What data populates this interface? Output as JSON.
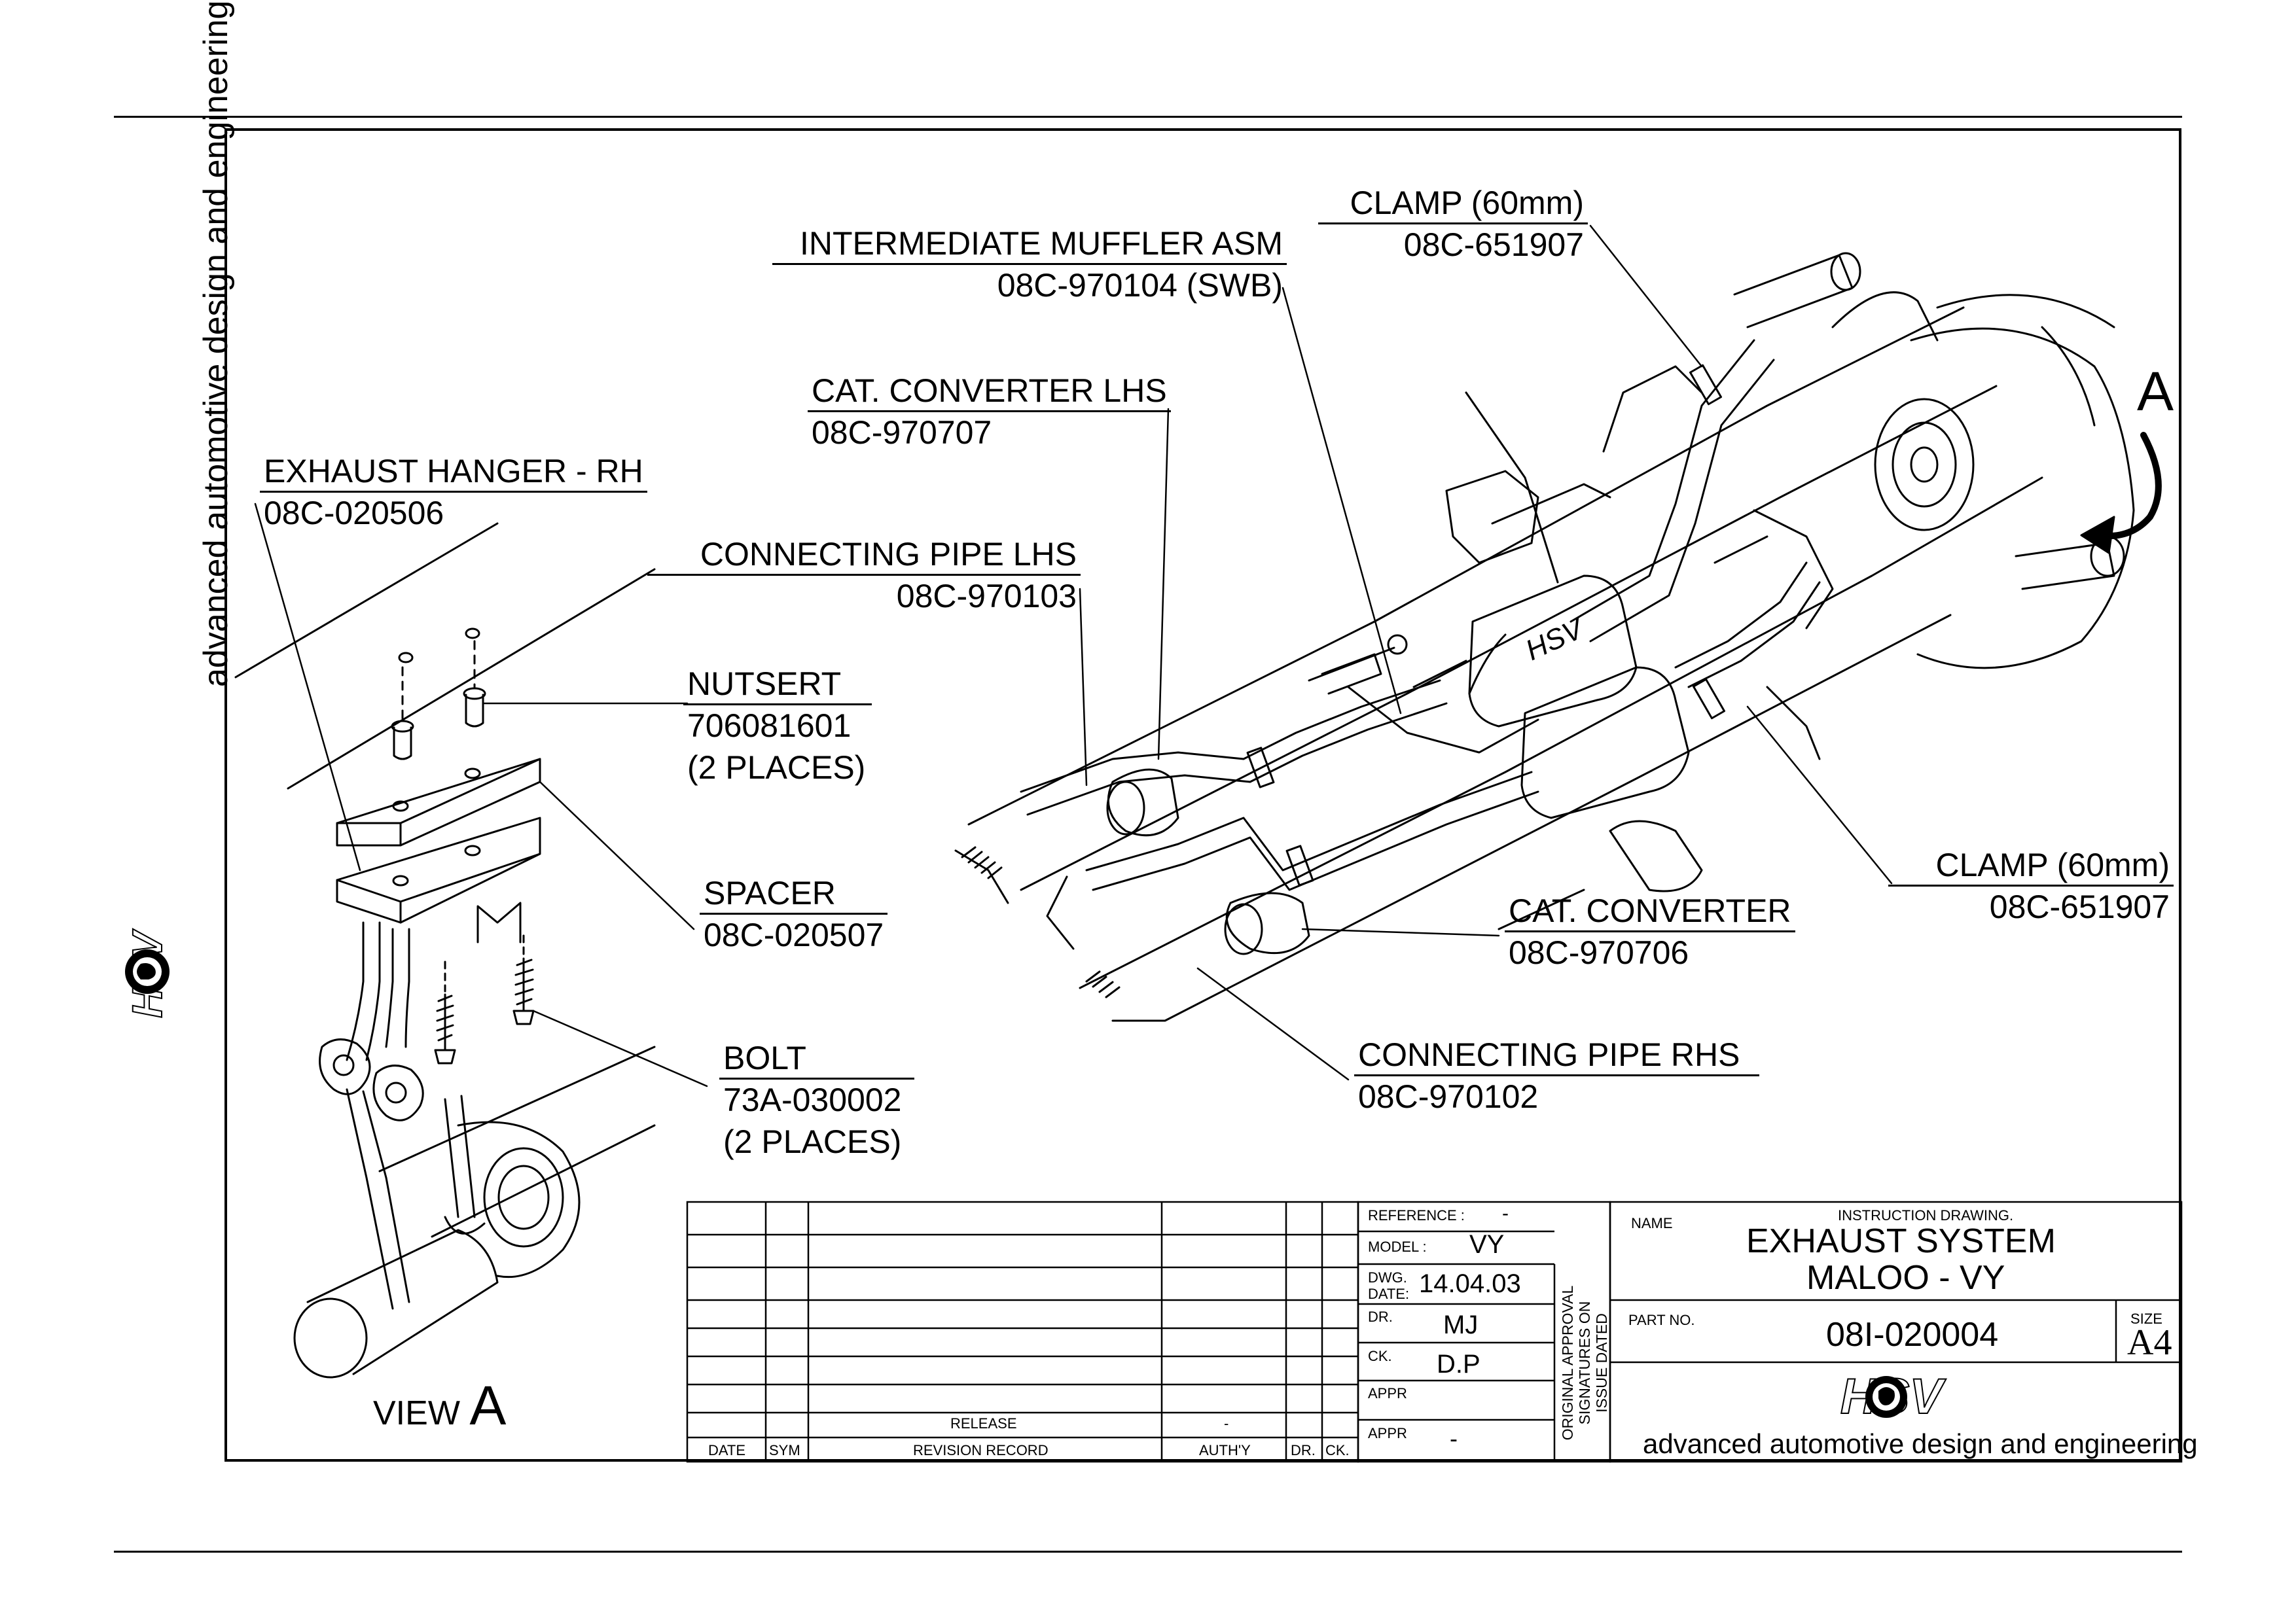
{
  "callouts": {
    "exhaust_hanger": {
      "name": "EXHAUST HANGER - RH",
      "part": "08C-020506"
    },
    "nutsert": {
      "name": "NUTSERT",
      "part": "706081601",
      "qty": "(2 PLACES)"
    },
    "spacer": {
      "name": "SPACER",
      "part": "08C-020507"
    },
    "bolt": {
      "name": "BOLT",
      "part": "73A-030002",
      "qty": "(2 PLACES)"
    },
    "intermediate_muffler": {
      "name": "INTERMEDIATE MUFFLER ASM",
      "part": "08C-970104 (SWB)"
    },
    "cat_converter_lhs": {
      "name": "CAT. CONVERTER LHS",
      "part": "08C-970707"
    },
    "connecting_pipe_lhs": {
      "name": "CONNECTING PIPE LHS",
      "part": "08C-970103"
    },
    "clamp_top": {
      "name": "CLAMP (60mm)",
      "part": "08C-651907"
    },
    "clamp_right": {
      "name": "CLAMP (60mm)",
      "part": "08C-651907"
    },
    "cat_converter": {
      "name": "CAT. CONVERTER",
      "part": "08C-970706"
    },
    "connecting_pipe_rhs": {
      "name": "CONNECTING PIPE RHS",
      "part": "08C-970102"
    }
  },
  "view": {
    "label": "VIEW",
    "letter": "A"
  },
  "detail_marker": "A",
  "muffler_badge": "HSV",
  "brand": {
    "tagline": "advanced automotive design and engineering",
    "logo_text": "HSV"
  },
  "revision_table": {
    "headers": {
      "date": "DATE",
      "sym": "SYM",
      "record": "REVISION RECORD",
      "auth": "AUTH'Y",
      "dr": "DR.",
      "ck": "CK."
    },
    "release_row": {
      "record": "RELEASE",
      "auth": "-"
    }
  },
  "approval": {
    "reference_label": "REFERENCE :",
    "reference_value": "-",
    "model_label": "MODEL :",
    "model_value": "VY",
    "dwg_date_label_1": "DWG.",
    "dwg_date_label_2": "DATE:",
    "dwg_date_value": "14.04.03",
    "dr_label": "DR.",
    "dr_value": "MJ",
    "ck_label": "CK.",
    "ck_value": "D.P",
    "appr_label": "APPR",
    "appr2_label": "APPR",
    "appr2_value": "-",
    "vertical_1": "ORIGINAL APPROVAL",
    "vertical_2": "SIGNATURES ON",
    "vertical_3": "ISSUE DATED"
  },
  "title_block": {
    "name_label": "NAME",
    "subtitle": "INSTRUCTION DRAWING.",
    "title_line_1": "EXHAUST SYSTEM",
    "title_line_2": "MALOO - VY",
    "part_no_label": "PART NO.",
    "part_no": "08I-020004",
    "size_label": "SIZE",
    "size_value": "A4"
  }
}
